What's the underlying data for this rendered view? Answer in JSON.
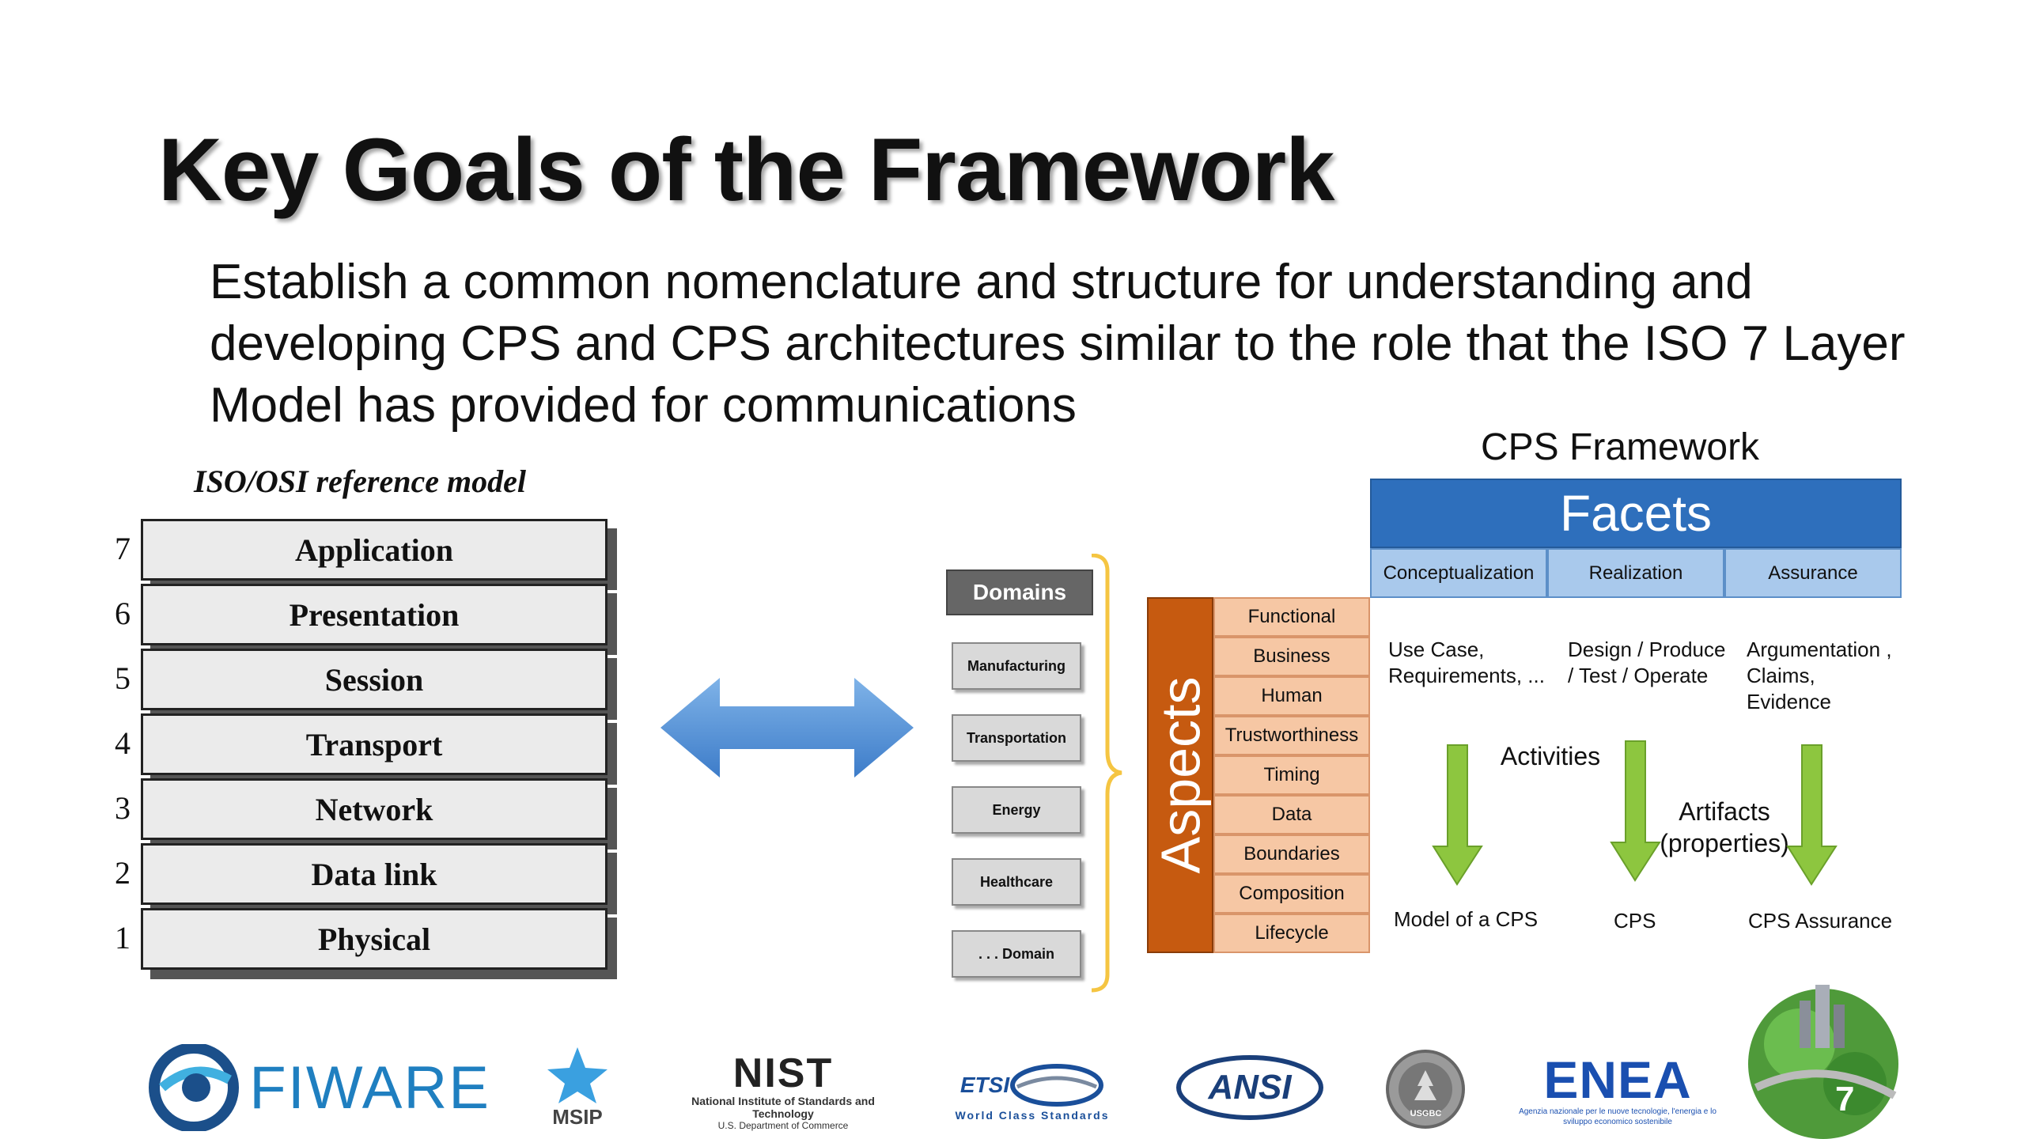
{
  "slide": {
    "title": "Key Goals of the Framework",
    "intro": "Establish a common nomenclature and structure for understanding and developing CPS and CPS architectures similar to the role that the ISO 7 Layer Model has provided for communications",
    "page_number": "7"
  },
  "iso": {
    "caption": "ISO/OSI reference model",
    "layers": [
      {
        "num": "7",
        "name": "Application"
      },
      {
        "num": "6",
        "name": "Presentation"
      },
      {
        "num": "5",
        "name": "Session"
      },
      {
        "num": "4",
        "name": "Transport"
      },
      {
        "num": "3",
        "name": "Network"
      },
      {
        "num": "2",
        "name": "Data link"
      },
      {
        "num": "1",
        "name": "Physical"
      }
    ]
  },
  "framework": {
    "title": "CPS Framework",
    "domains_header": "Domains",
    "domains": [
      "Manufacturing",
      "Transportation",
      "Energy",
      "Healthcare",
      ". . . Domain"
    ],
    "aspects_label": "Aspects",
    "aspects": [
      "Functional",
      "Business",
      "Human",
      "Trustworthiness",
      "Timing",
      "Data",
      "Boundaries",
      "Composition",
      "Lifecycle"
    ],
    "facets_label": "Facets",
    "facets": [
      {
        "name": "Conceptualization",
        "description": "Use Case, Requirements, ...",
        "output": "Model of a CPS"
      },
      {
        "name": "Realization",
        "description": "Design / Produce / Test / Operate",
        "output": "CPS"
      },
      {
        "name": "Assurance",
        "description": "Argumentation , Claims, Evidence",
        "output": "CPS Assurance"
      }
    ],
    "activities_label": "Activities",
    "artifacts_label": "Artifacts (properties)",
    "arrow_color": "#8dc63f",
    "facet_color": "#2e6fbc",
    "aspect_color": "#c65a10"
  },
  "logos": [
    {
      "name": "FIWARE",
      "text": "FIWARE"
    },
    {
      "name": "MSIP",
      "text": "MSIP"
    },
    {
      "name": "NIST",
      "text": "NIST",
      "subtext": "National Institute of Standards and Technology",
      "subtext2": "U.S. Department of Commerce"
    },
    {
      "name": "ETSI",
      "text": "ETSI",
      "subtext": "World Class Standards"
    },
    {
      "name": "ANSI",
      "text": "ANSI"
    },
    {
      "name": "USGBC",
      "text": "USGBC"
    },
    {
      "name": "ENEA",
      "text": "ENEA",
      "subtext": "Agenzia nazionale per le nuove tecnologie, l'energia e lo sviluppo economico sostenibile"
    }
  ]
}
